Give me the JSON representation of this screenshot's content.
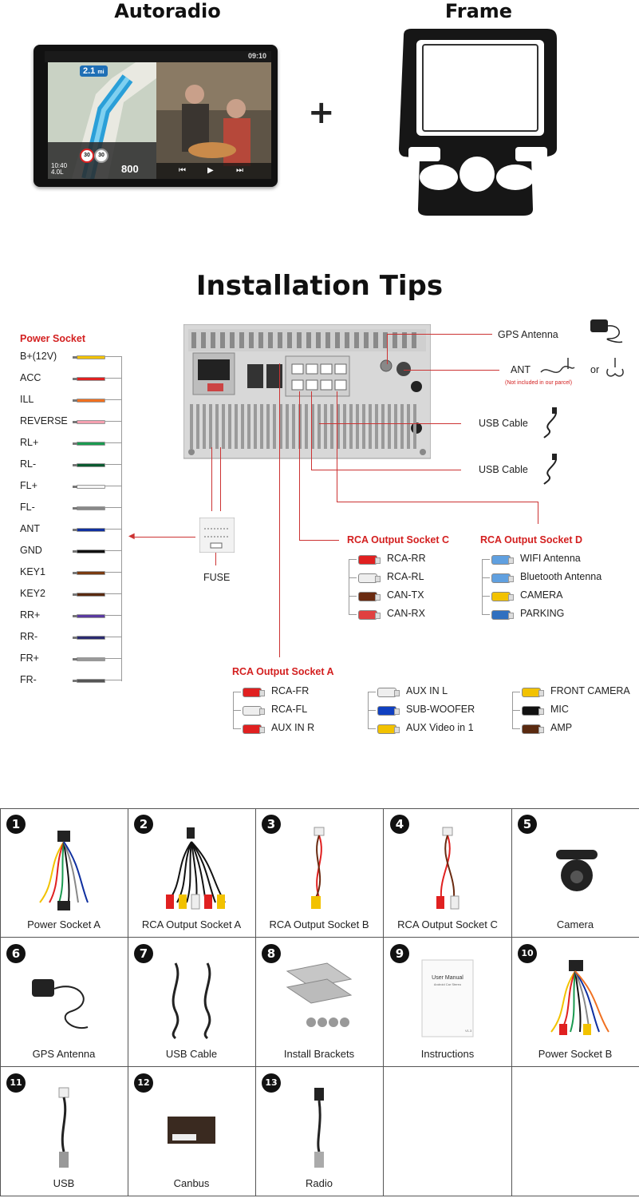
{
  "top": {
    "autoradio_title": "Autoradio",
    "frame_title": "Frame",
    "plus": "+",
    "screen": {
      "status_time": "09:10",
      "nav_distance": "2.1",
      "nav_unit": "mi",
      "speed_a": "30",
      "speed_b": "30",
      "clock": "10:40",
      "clock_sub": "4.0L",
      "next_turn": "800"
    }
  },
  "installation": {
    "title": "Installation Tips",
    "power_socket_title": "Power Socket",
    "power_wires": [
      {
        "label": "B+(12V)",
        "color": "#f2c200"
      },
      {
        "label": "ACC",
        "color": "#e02020"
      },
      {
        "label": "ILL",
        "color": "#f07020"
      },
      {
        "label": "REVERSE",
        "color": "#f4a0b0"
      },
      {
        "label": "RL+",
        "color": "#1a9a50"
      },
      {
        "label": "RL-",
        "color": "#0b5a30"
      },
      {
        "label": "FL+",
        "color": "#f4f4f4"
      },
      {
        "label": "FL-",
        "color": "#888888"
      },
      {
        "label": "ANT",
        "color": "#1030a0"
      },
      {
        "label": "GND",
        "color": "#111111"
      },
      {
        "label": "KEY1",
        "color": "#7a3a10"
      },
      {
        "label": "KEY2",
        "color": "#5a2a10"
      },
      {
        "label": "RR+",
        "color": "#5a3aa0"
      },
      {
        "label": "RR-",
        "color": "#2a2a70"
      },
      {
        "label": "FR+",
        "color": "#999999"
      },
      {
        "label": "FR-",
        "color": "#555555"
      }
    ],
    "fuse_label": "FUSE",
    "gps_antenna": "GPS Antenna",
    "ant": "ANT",
    "ant_note": "(Not included in our parcel)",
    "or": "or",
    "usb_cable_1": "USB  Cable",
    "usb_cable_2": "USB  Cable",
    "rca_c_title": "RCA Output Socket C",
    "rca_c_items": [
      {
        "label": "RCA-RR",
        "color": "#e02020"
      },
      {
        "label": "RCA-RL",
        "color": "#eeeeee"
      },
      {
        "label": "CAN-TX",
        "color": "#6a2a10"
      },
      {
        "label": "CAN-RX",
        "color": "#e04040"
      }
    ],
    "rca_d_title": "RCA Output Socket D",
    "rca_d_items": [
      {
        "label": "WIFI Antenna",
        "color": "#60a0e0"
      },
      {
        "label": "Bluetooth Antenna",
        "color": "#60a0e0"
      },
      {
        "label": "CAMERA",
        "color": "#f2c200"
      },
      {
        "label": "PARKING",
        "color": "#3070c0"
      }
    ],
    "rca_a_title": "RCA Output Socket A",
    "rca_a_col1": [
      {
        "label": "RCA-FR",
        "color": "#e02020"
      },
      {
        "label": "RCA-FL",
        "color": "#eeeeee"
      },
      {
        "label": "AUX IN R",
        "color": "#e02020"
      }
    ],
    "rca_a_col2": [
      {
        "label": "AUX IN L",
        "color": "#eeeeee"
      },
      {
        "label": "SUB-WOOFER",
        "color": "#1040c0"
      },
      {
        "label": "AUX Video in 1",
        "color": "#f2c200"
      }
    ],
    "rca_a_col3": [
      {
        "label": "FRONT CAMERA",
        "color": "#f2c200"
      },
      {
        "label": "MIC",
        "color": "#111111"
      },
      {
        "label": "AMP",
        "color": "#5a2a10"
      }
    ]
  },
  "parts": [
    {
      "num": "1",
      "label": "Power Socket A"
    },
    {
      "num": "2",
      "label": "RCA Output Socket A"
    },
    {
      "num": "3",
      "label": "RCA Output Socket B"
    },
    {
      "num": "4",
      "label": "RCA Output Socket C"
    },
    {
      "num": "5",
      "label": "Camera"
    },
    {
      "num": "6",
      "label": "GPS Antenna"
    },
    {
      "num": "7",
      "label": "USB Cable"
    },
    {
      "num": "8",
      "label": "Install Brackets"
    },
    {
      "num": "9",
      "label": "Instructions"
    },
    {
      "num": "10",
      "label": "Power Socket B"
    },
    {
      "num": "11",
      "label": "USB"
    },
    {
      "num": "12",
      "label": "Canbus"
    },
    {
      "num": "13",
      "label": "Radio"
    }
  ],
  "manual": {
    "title": "User Manual",
    "subtitle": "Android Car Stereo",
    "footer": "V1.3"
  }
}
